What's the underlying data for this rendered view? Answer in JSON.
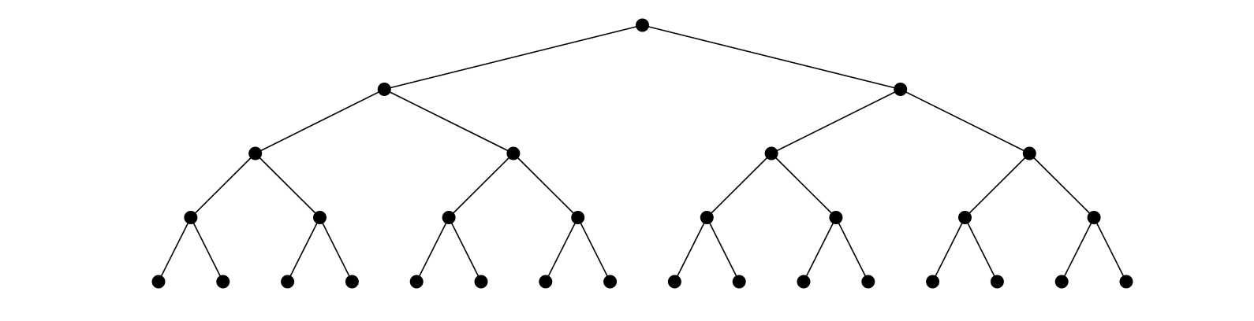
{
  "diagram": {
    "type": "complete-binary-tree",
    "depth": 4,
    "levels": 5,
    "node_count": 31,
    "edge_count": 30,
    "node_color": "#000000",
    "edge_color": "#000000",
    "background": "#ffffff"
  }
}
